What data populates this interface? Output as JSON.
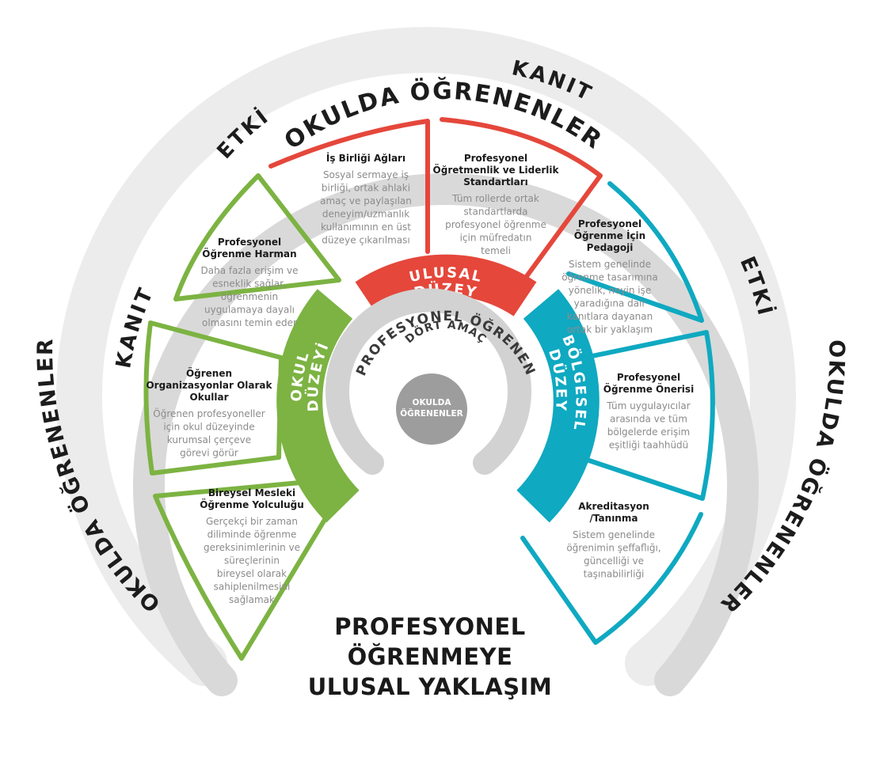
{
  "outer_ring": {
    "top": "OKULDA ÖĞRENENLER",
    "left": "OKULDA ÖĞRENENLER",
    "right": "OKULDA ÖĞRENENLER"
  },
  "middle_ring": {
    "etki_left": "ETKİ",
    "kanit_top": "KANIT",
    "kanit_left": "KANIT",
    "etki_right": "ETKİ"
  },
  "levels": {
    "ulusal": [
      "ULUSAL",
      "DÜZEY"
    ],
    "okul": [
      "OKUL",
      "DÜZEYİ"
    ],
    "bolgesel": [
      "BÖLGESEL",
      "DÜZEY"
    ]
  },
  "inner": {
    "profesyonel": "PROFESYONEL ÖĞRENEN",
    "dort_amac": "DÖRT AMAÇ",
    "center": [
      "OKULDA",
      "ÖĞRENENLER"
    ]
  },
  "segments": [
    {
      "id": "is-birligi",
      "title": [
        "İş Birliği Ağları"
      ],
      "body": [
        "Sosyal sermaye iş",
        "birliği, ortak ahlaki",
        "amaç ve paylaşılan",
        "deneyim/uzmanlık",
        "kullanımının en üst",
        "düzeye çıkarılması"
      ]
    },
    {
      "id": "standartlar",
      "title": [
        "Profesyonel",
        "Öğretmenlik ve Liderlik",
        "Standartları"
      ],
      "body": [
        "Tüm rollerde ortak",
        "standartlarda",
        "profesyonel öğrenme",
        "için müfredatın",
        "temeli"
      ]
    },
    {
      "id": "harman",
      "title": [
        "Profesyonel",
        "Öğrenme Harman"
      ],
      "body": [
        "Daha fazla erişim ve",
        "esneklik sağlar,",
        "öğrenmenin",
        "uygulamaya dayalı",
        "olmasını temin eder"
      ]
    },
    {
      "id": "pedagoji",
      "title": [
        "Profesyonel",
        "Öğrenme İçin",
        "Pedagoji"
      ],
      "body": [
        "Sistem genelinde",
        "öğrenme tasarımına",
        "yönelik, neyin işe",
        "yaradığına dair",
        "kanıtlara dayanan",
        "ortak bir yaklaşım"
      ]
    },
    {
      "id": "organizasyon",
      "title": [
        "Öğrenen",
        "Organizasyonlar Olarak",
        "Okullar"
      ],
      "body": [
        "Öğrenen profesyoneller",
        "için okul düzeyinde",
        "kurumsal çerçeve",
        "görevi görür"
      ]
    },
    {
      "id": "oneri",
      "title": [
        "Profesyonel",
        "Öğrenme Önerisi"
      ],
      "body": [
        "Tüm uygulayıcılar",
        "arasında ve tüm",
        "bölgelerde erişim",
        "eşitliği taahhüdü"
      ]
    },
    {
      "id": "yolculuk",
      "title": [
        "Bireysel Mesleki",
        "Öğrenme Yolculuğu"
      ],
      "body": [
        "Gerçekçi bir zaman",
        "diliminde öğrenme",
        "gereksinimlerinin ve",
        "süreçlerinin",
        "bireysel olarak",
        "sahiplenilmesini",
        "sağlamak"
      ]
    },
    {
      "id": "akreditasyon",
      "title": [
        "Akreditasyon",
        "/Tanınma"
      ],
      "body": [
        "Sistem genelinde",
        "öğrenimin şeffaflığı,",
        "güncelliği ve",
        "taşınabilirliği"
      ]
    }
  ],
  "main_title": [
    "PROFESYONEL",
    "ÖĞRENMEYE",
    "ULUSAL YAKLAŞIM"
  ],
  "colors": {
    "outer_ring": "#ececec",
    "middle_ring": "#d9d9d9",
    "ulusal": "#e5473b",
    "okul": "#7cb342",
    "bolgesel": "#0fa9c1",
    "inner_ring": "#d2d2d2",
    "center": "#9d9d9d"
  }
}
